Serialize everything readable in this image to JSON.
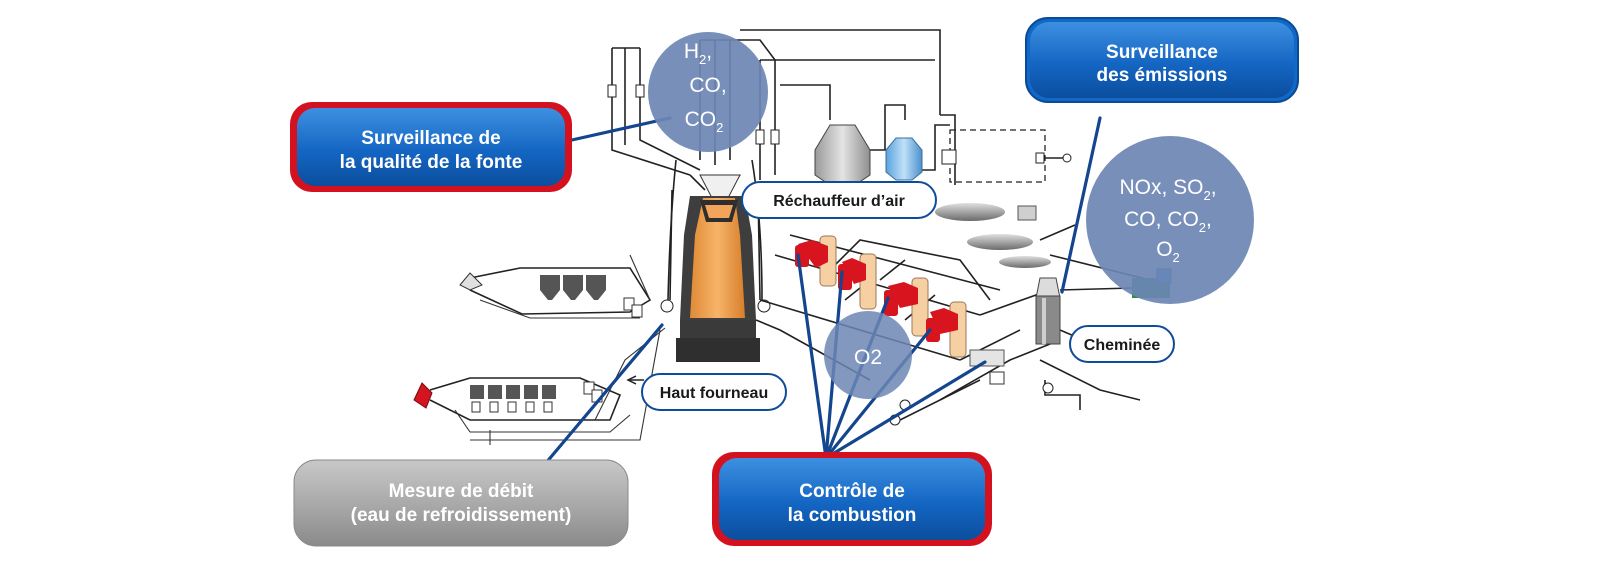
{
  "callouts": {
    "fonte": {
      "line1": "Surveillance de",
      "line2": "la qualité de la fonte"
    },
    "emissions": {
      "line1": "Surveillance",
      "line2": "des émissions"
    },
    "debit": {
      "line1": "Mesure de débit",
      "line2": "(eau de refroidissement)"
    },
    "combustion": {
      "line1": "Contrôle de",
      "line2": "la combustion"
    }
  },
  "labels": {
    "rechauffeur": "Réchauffeur d’air",
    "haut_fourneau": "Haut fourneau",
    "cheminee": "Cheminée"
  },
  "bubbles": {
    "gas_top": {
      "h2": "H",
      "h2_sub": "2",
      "sep": ",",
      "co": "CO,",
      "co2": "CO",
      "co2_sub": "2"
    },
    "gas_emissions": {
      "l1a": "NOx, SO",
      "l1sub": "2",
      "l1b": ",",
      "l2a": "CO, CO",
      "l2sub": "2",
      "l2b": ",",
      "l3a": "O",
      "l3sub": "2"
    },
    "o2": "O2"
  },
  "colors": {
    "callout_blue": "#1268c6",
    "callout_red_border": "#d4121f",
    "callout_gray": "#a6a6a6",
    "bubble": "#6c86b4",
    "furnace": "#f0a050",
    "stove_body": "#f6cfa2",
    "stove_red": "#d8141e"
  }
}
